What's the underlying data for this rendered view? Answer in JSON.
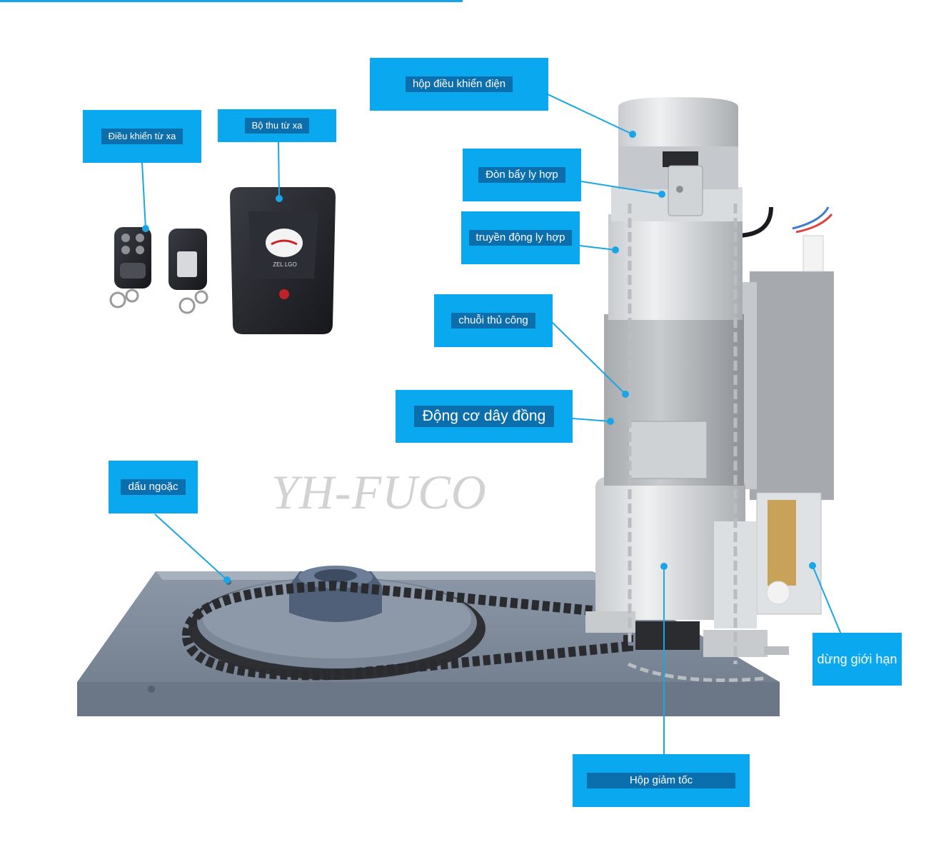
{
  "watermark": "YH-FUCO",
  "colors": {
    "accent": "#0aa8ee",
    "label_text_bg": "#0b6fae",
    "leader": "#1aa6e6"
  },
  "callouts": {
    "remote": "Điều khiển từ xa",
    "receiver": "Bộ thu từ xa",
    "control_box": "hộp điều khiển điện",
    "clutch_lever": "Đòn bẩy ly hợp",
    "clutch_drive": "truyền động ly hợp",
    "manual_chain": "chuỗi thủ công",
    "copper_motor": "Động cơ dây đồng",
    "bracket": "dấu ngoặc",
    "limit_stop": "dừng giới hạn",
    "gearbox": "Hộp giảm tốc"
  },
  "product_marks": {
    "receiver_badge": "ZEL LGO"
  }
}
